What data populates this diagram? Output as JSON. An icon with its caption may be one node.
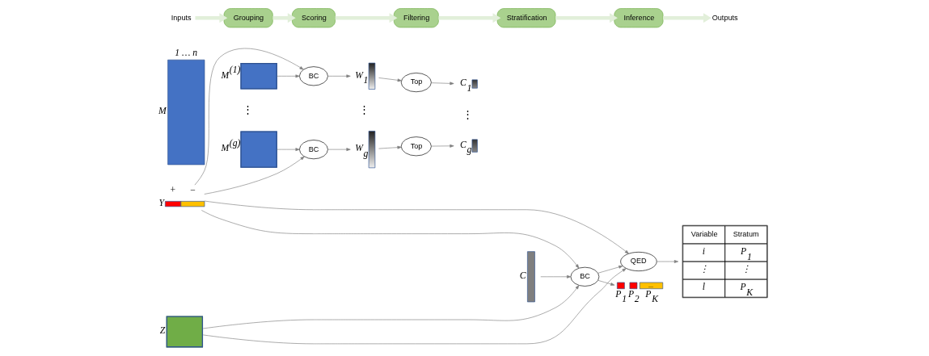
{
  "diagram": {
    "nodes": [
      {
        "text": [
          "Inputs"
        ]
      },
      {
        "text": [
          "Grouping"
        ]
      },
      {
        "text": [
          "Scoring"
        ]
      },
      {
        "text": [
          "Filtering"
        ]
      },
      {
        "text": [
          "Stratification"
        ]
      },
      {
        "text": [
          "Inference"
        ]
      },
      {
        "text": [
          "Outputs"
        ]
      },
      {
        "text": [],
        "shape": "bar",
        "beside": [
          "Y",
          "+",
          "−"
        ]
      },
      {
        "text": [],
        "shape": "bar",
        "beside": [
          "M",
          "1 … n"
        ]
      },
      {
        "text": [],
        "shape": "box",
        "beside": [
          "M$^{(1)}$"
        ]
      },
      {
        "text": [],
        "shape": "box",
        "beside": [
          "M$^{(g)}$"
        ]
      },
      {
        "text": [
          "BC"
        ]
      },
      {
        "text": [
          "BC"
        ]
      },
      {
        "text": [],
        "shape": "bar",
        "beside": [
          "W$_{1}$"
        ]
      },
      {
        "text": [],
        "shape": "bar",
        "beside": [
          "W$_{g}$"
        ]
      },
      {
        "text": [
          "Top"
        ]
      },
      {
        "text": [
          "Top"
        ]
      },
      {
        "text": [],
        "shape": "bar",
        "beside": [
          "C$_{1}$"
        ]
      },
      {
        "text": [],
        "shape": "bar",
        "beside": [
          "C$_{g}$"
        ]
      },
      {
        "text": [],
        "shape": "bar",
        "beside": [
          "C"
        ]
      },
      {
        "text": [
          "BC"
        ]
      },
      {
        "text": [
          "QED"
        ]
      },
      {
        "text": [
          "⋯"
        ],
        "beside": [
          "P$_{1}$",
          "P$_{2}$",
          "P$_{K}$"
        ]
      },
      {
        "text": [
          "Variable",
          "Stratum",
          "i",
          "P$_{1}$",
          "⋮",
          "⋮",
          "l",
          "P$_{K}$"
        ]
      },
      {
        "text": [],
        "shape": "box",
        "beside": [
          "Z"
        ]
      }
    ],
    "edges": [
      {
        "from": 0,
        "to": 1,
        "arrow": "to",
        "style": "thick",
        "color": "#e2efda"
      },
      {
        "from": 1,
        "to": 2,
        "arrow": "to",
        "style": "thick",
        "color": "#e2efda"
      },
      {
        "from": 2,
        "to": 3,
        "arrow": "to",
        "style": "thick",
        "color": "#e2efda"
      },
      {
        "from": 3,
        "to": 4,
        "arrow": "to",
        "style": "thick",
        "color": "#e2efda"
      },
      {
        "from": 4,
        "to": 5,
        "arrow": "to",
        "style": "thick",
        "color": "#e2efda"
      },
      {
        "from": 5,
        "to": 6,
        "arrow": "to",
        "style": "thick",
        "color": "#e2efda"
      },
      {
        "from": 9,
        "to": 11,
        "arrow": "to"
      },
      {
        "from": 7,
        "to": 11,
        "arrow": "to"
      },
      {
        "from": 10,
        "to": 12,
        "arrow": "to"
      },
      {
        "from": 7,
        "to": 12,
        "arrow": "to"
      },
      {
        "from": 11,
        "to": 13,
        "arrow": "to"
      },
      {
        "from": 13,
        "to": 15,
        "arrow": "to"
      },
      {
        "from": 15,
        "to": 17,
        "arrow": "to"
      },
      {
        "from": 12,
        "to": 14,
        "arrow": "to"
      },
      {
        "from": 14,
        "to": 16,
        "arrow": "to"
      },
      {
        "from": 16,
        "to": 18,
        "arrow": "to"
      },
      {
        "from": 7,
        "to": 20,
        "arrow": "to"
      },
      {
        "from": 19,
        "to": 20,
        "arrow": "to"
      },
      {
        "from": 24,
        "to": 20,
        "arrow": "to"
      },
      {
        "from": 20,
        "to": 22,
        "arrow": "to"
      },
      {
        "from": 20,
        "to": 21,
        "arrow": "to"
      },
      {
        "from": 7,
        "to": 21,
        "arrow": "to"
      },
      {
        "from": 24,
        "to": 21,
        "arrow": "to"
      },
      {
        "from": 21,
        "to": 23,
        "arrow": "to"
      }
    ],
    "labels": [
      "⋮",
      "⋮",
      "⋮"
    ]
  }
}
